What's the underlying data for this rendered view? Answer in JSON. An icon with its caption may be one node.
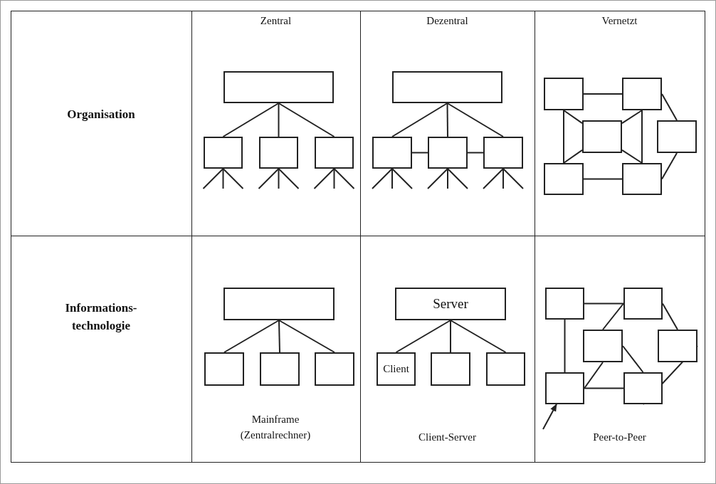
{
  "diagram": {
    "nodes": [
      {
        "text": [],
        "shape": "box"
      },
      {
        "text": [],
        "shape": "box"
      },
      {
        "text": [],
        "shape": "box"
      },
      {
        "text": [],
        "shape": "box"
      },
      {
        "text": [],
        "shape": "box"
      },
      {
        "text": [],
        "shape": "box"
      },
      {
        "text": [],
        "shape": "box"
      },
      {
        "text": [],
        "shape": "box"
      },
      {
        "text": [],
        "shape": "box"
      },
      {
        "text": [],
        "shape": "box"
      },
      {
        "text": [],
        "shape": "box"
      },
      {
        "text": [],
        "shape": "box"
      },
      {
        "text": [],
        "shape": "box"
      },
      {
        "text": [],
        "shape": "box"
      },
      {
        "text": [],
        "shape": "box"
      },
      {
        "text": [],
        "shape": "box"
      },
      {
        "text": [],
        "shape": "box"
      },
      {
        "text": [],
        "shape": "box"
      },
      {
        "text": [
          "Server"
        ]
      },
      {
        "text": [
          "Client"
        ]
      },
      {
        "text": [],
        "shape": "box"
      },
      {
        "text": [],
        "shape": "box"
      },
      {
        "text": [],
        "shape": "box"
      },
      {
        "text": [],
        "shape": "box"
      },
      {
        "text": [],
        "shape": "box"
      },
      {
        "text": [],
        "shape": "box"
      },
      {
        "text": [],
        "shape": "box"
      },
      {
        "text": [],
        "shape": "box"
      }
    ],
    "edges": [
      {
        "from": 0,
        "to": 1,
        "arrow": "none"
      },
      {
        "from": 0,
        "to": 2,
        "arrow": "none"
      },
      {
        "from": 0,
        "to": 3,
        "arrow": "none"
      },
      {
        "from": 1,
        "to": null,
        "arrow": "none"
      },
      {
        "from": 1,
        "to": null,
        "arrow": "none"
      },
      {
        "from": 1,
        "to": null,
        "arrow": "none"
      },
      {
        "from": 2,
        "to": null,
        "arrow": "none"
      },
      {
        "from": 2,
        "to": null,
        "arrow": "none"
      },
      {
        "from": 2,
        "to": null,
        "arrow": "none"
      },
      {
        "from": 3,
        "to": null,
        "arrow": "none"
      },
      {
        "from": 3,
        "to": null,
        "arrow": "none"
      },
      {
        "from": 3,
        "to": null,
        "arrow": "none"
      },
      {
        "from": 4,
        "to": 5,
        "arrow": "none"
      },
      {
        "from": 4,
        "to": 6,
        "arrow": "none"
      },
      {
        "from": 4,
        "to": 7,
        "arrow": "none"
      },
      {
        "from": 5,
        "to": 6,
        "arrow": "none"
      },
      {
        "from": 6,
        "to": 7,
        "arrow": "none"
      },
      {
        "from": 5,
        "to": null,
        "arrow": "none"
      },
      {
        "from": 5,
        "to": null,
        "arrow": "none"
      },
      {
        "from": 5,
        "to": null,
        "arrow": "none"
      },
      {
        "from": 6,
        "to": null,
        "arrow": "none"
      },
      {
        "from": 6,
        "to": null,
        "arrow": "none"
      },
      {
        "from": 6,
        "to": null,
        "arrow": "none"
      },
      {
        "from": 7,
        "to": null,
        "arrow": "none"
      },
      {
        "from": 7,
        "to": null,
        "arrow": "none"
      },
      {
        "from": 7,
        "to": null,
        "arrow": "none"
      },
      {
        "from": 8,
        "to": 9,
        "arrow": "none"
      },
      {
        "from": 8,
        "to": 12,
        "arrow": "none"
      },
      {
        "from": 8,
        "to": 10,
        "arrow": "none"
      },
      {
        "from": 9,
        "to": 10,
        "arrow": "none"
      },
      {
        "from": 9,
        "to": 13,
        "arrow": "none"
      },
      {
        "from": 9,
        "to": 11,
        "arrow": "none"
      },
      {
        "from": 12,
        "to": 10,
        "arrow": "none"
      },
      {
        "from": 13,
        "to": 10,
        "arrow": "none"
      },
      {
        "from": 12,
        "to": 13,
        "arrow": "none"
      },
      {
        "from": 13,
        "to": 11,
        "arrow": "none"
      },
      {
        "from": 14,
        "to": 15,
        "arrow": "none"
      },
      {
        "from": 14,
        "to": 16,
        "arrow": "none"
      },
      {
        "from": 14,
        "to": 17,
        "arrow": "none"
      },
      {
        "from": 18,
        "to": 19,
        "arrow": "none"
      },
      {
        "from": 18,
        "to": 20,
        "arrow": "none"
      },
      {
        "from": 18,
        "to": 21,
        "arrow": "none"
      },
      {
        "from": 22,
        "to": 23,
        "arrow": "none"
      },
      {
        "from": 22,
        "to": 26,
        "arrow": "none"
      },
      {
        "from": 23,
        "to": 24,
        "arrow": "none"
      },
      {
        "from": 23,
        "to": 25,
        "arrow": "none"
      },
      {
        "from": 24,
        "to": 27,
        "arrow": "none"
      },
      {
        "from": 26,
        "to": 24,
        "arrow": "none"
      },
      {
        "from": 26,
        "to": 27,
        "arrow": "none"
      },
      {
        "from": 27,
        "to": 25,
        "arrow": "none"
      },
      {
        "from": null,
        "to": 26,
        "arrow": "to"
      }
    ],
    "labels": [
      "Zentral",
      "Dezentral",
      "Vernetzt",
      "Organisation",
      "Informations-technologie",
      "Mainframe (Zentralrechner)",
      "Client-Server",
      "Peer-to-Peer"
    ]
  }
}
